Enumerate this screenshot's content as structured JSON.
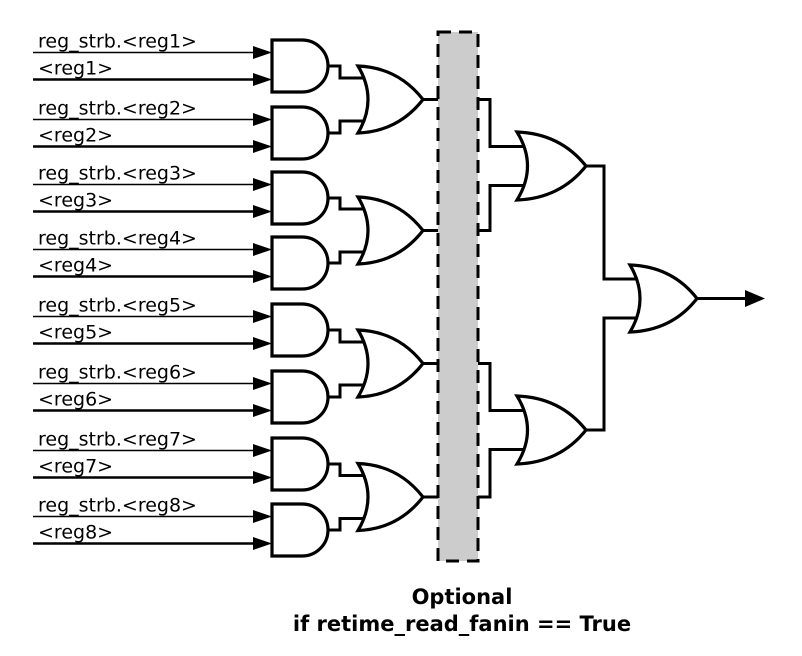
{
  "diagram": {
    "inputs": [
      {
        "strobe": "reg_strb.<reg1>",
        "value": "<reg1>"
      },
      {
        "strobe": "reg_strb.<reg2>",
        "value": "<reg2>"
      },
      {
        "strobe": "reg_strb.<reg3>",
        "value": "<reg3>"
      },
      {
        "strobe": "reg_strb.<reg4>",
        "value": "<reg4>"
      },
      {
        "strobe": "reg_strb.<reg5>",
        "value": "<reg5>"
      },
      {
        "strobe": "reg_strb.<reg6>",
        "value": "<reg6>"
      },
      {
        "strobe": "reg_strb.<reg7>",
        "value": "<reg7>"
      },
      {
        "strobe": "reg_strb.<reg8>",
        "value": "<reg8>"
      }
    ],
    "caption": {
      "line1": "Optional",
      "line2": "if retime_read_fanin == True"
    },
    "gates": {
      "stage1": {
        "type": "AND",
        "count": 8
      },
      "stage2": {
        "type": "OR",
        "count": 4
      },
      "stage3": {
        "type": "OR",
        "count": 2
      },
      "stage4": {
        "type": "OR",
        "count": 1
      }
    },
    "optional_region": {
      "fill": "#cccccc",
      "border_color": "#000000",
      "border_style": "dashed"
    },
    "colors": {
      "stroke": "#000000",
      "background": "#ffffff"
    }
  }
}
